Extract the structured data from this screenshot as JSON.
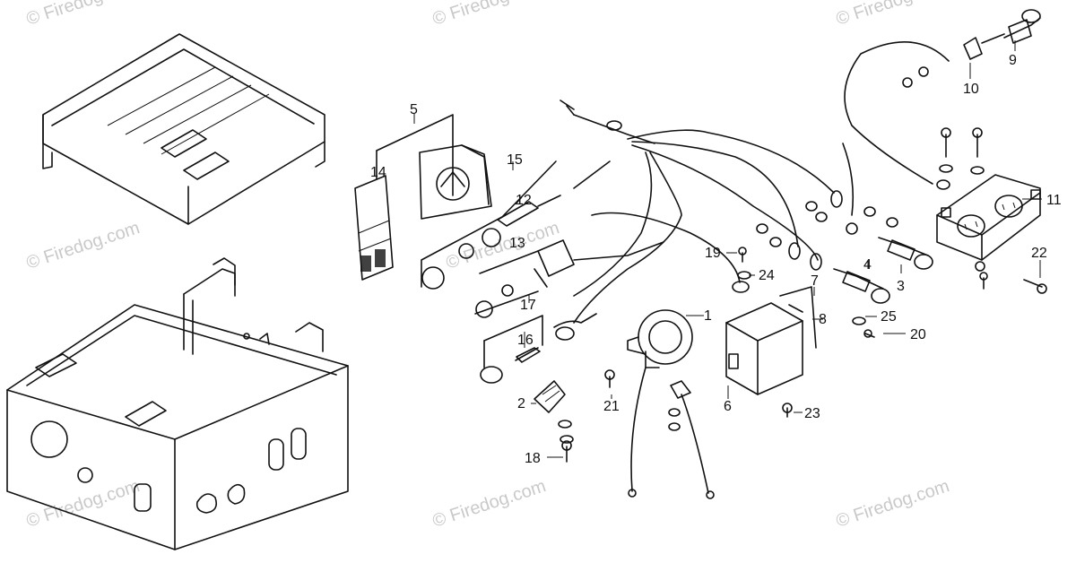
{
  "watermark": {
    "text": "© Firedog.com",
    "color": "#c9c9c9"
  },
  "callouts": [
    {
      "id": "1",
      "label": "1"
    },
    {
      "id": "2",
      "label": "2"
    },
    {
      "id": "3",
      "label": "3"
    },
    {
      "id": "4",
      "label": "4"
    },
    {
      "id": "5",
      "label": "5"
    },
    {
      "id": "6",
      "label": "6"
    },
    {
      "id": "7",
      "label": "7"
    },
    {
      "id": "8",
      "label": "8"
    },
    {
      "id": "9",
      "label": "9"
    },
    {
      "id": "10",
      "label": "10"
    },
    {
      "id": "11",
      "label": "11"
    },
    {
      "id": "12",
      "label": "12"
    },
    {
      "id": "13",
      "label": "13"
    },
    {
      "id": "14",
      "label": "14"
    },
    {
      "id": "15",
      "label": "15"
    },
    {
      "id": "16",
      "label": "16"
    },
    {
      "id": "17",
      "label": "17"
    },
    {
      "id": "18",
      "label": "18"
    },
    {
      "id": "19",
      "label": "19"
    },
    {
      "id": "20",
      "label": "20"
    },
    {
      "id": "21",
      "label": "21"
    },
    {
      "id": "22",
      "label": "22"
    },
    {
      "id": "23",
      "label": "23"
    },
    {
      "id": "24",
      "label": "24"
    },
    {
      "id": "25",
      "label": "25"
    }
  ]
}
